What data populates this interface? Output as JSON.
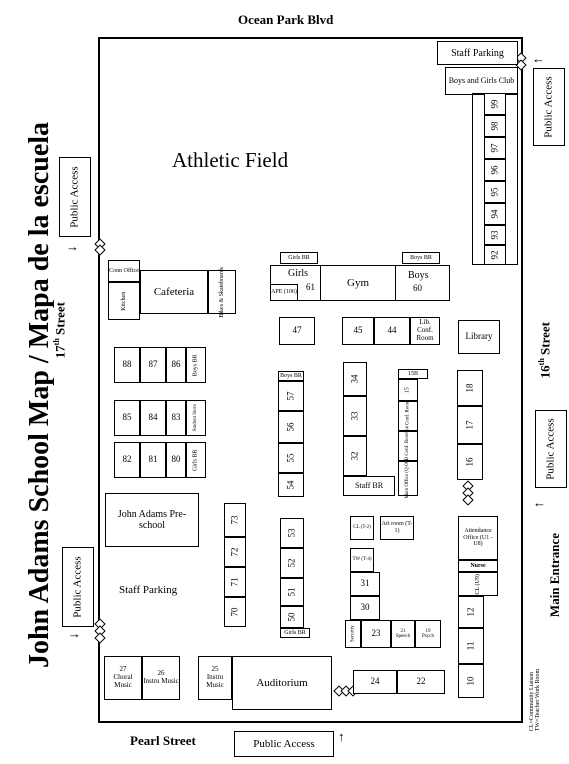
{
  "title": "John Adams School Map / Mapa de la escuela",
  "streets": {
    "north": "Ocean Park Blvd",
    "south": "Pearl Street",
    "west": "17",
    "west_sup": "th",
    "west_suffix": " Street",
    "east": "16",
    "east_sup": "th",
    "east_suffix": " Street"
  },
  "main_entrance": "Main Entrance",
  "public_access": "Public Access",
  "areas": {
    "athletic_field": "Athletic Field",
    "staff_parking_top": "Staff  Parking",
    "boys_girls_club": "Boys and Girls Club",
    "staff_parking": "Staff Parking",
    "preschool": "John Adams Pre-school",
    "auditorium": "Auditorium",
    "library": "Library",
    "cafeteria": "Cafeteria",
    "conn_office": "Conn Office",
    "kitchen": "Kitchen",
    "bikes": "Bikes & Skateboards",
    "gym": "Gym",
    "girls": "Girls",
    "boys": "Boys",
    "girls_br": "Girls BR",
    "boys_br": "Boys BR",
    "ape": "APE (106)",
    "lib_conf": "Lib. Conf. Room",
    "staff_br": "Staff BR",
    "student_store": "Student Store",
    "attendance": "Attendance Office (U1 - U8)",
    "nurse": "Nurse",
    "cl_u9": "CL (U9)",
    "cl_t2": "CL (T-2)",
    "art_room": "Art room (T-1)",
    "tw_t4": "TW (T-4)",
    "security": "Security",
    "speech": "Speech",
    "psych": "Psych",
    "main_office": "Main Office (Q-08)",
    "conf_room_14": "Conf. Room",
    "conf_room_d": "Conf. Room",
    "choral": "Choral Music",
    "instru": "Instru Music"
  },
  "rooms": {
    "r99": "99",
    "r98": "98",
    "r97": "97",
    "r96": "96",
    "r95": "95",
    "r94": "94",
    "r93": "93",
    "r92": "92",
    "r88": "88",
    "r87": "87",
    "r86": "86",
    "r85": "85",
    "r84": "84",
    "r83": "83",
    "r82": "82",
    "r81": "81",
    "r80": "80",
    "r73": "73",
    "r72": "72",
    "r71": "71",
    "r70": "70",
    "r61": "61",
    "r60": "60",
    "r57": "57",
    "r56": "56",
    "r55": "55",
    "r54": "54",
    "r53": "53",
    "r52": "52",
    "r51": "51",
    "r50": "50",
    "r47": "47",
    "r45": "45",
    "r44": "44",
    "r34": "34",
    "r33": "33",
    "r32": "32",
    "r31": "31",
    "r30": "30",
    "r27": "27",
    "r26": "26",
    "r25": "25",
    "r24": "24",
    "r23": "23",
    "r22": "22",
    "r21": "21",
    "r19": "19",
    "r18": "18",
    "r17": "17",
    "r16": "16",
    "r15b": "15B",
    "r15": "15",
    "r14": "14",
    "rd": "D",
    "r12": "12",
    "r11": "11",
    "r10": "10"
  },
  "legend": {
    "cl": "CL=Community Liaison",
    "tw": "TW=Teacher Work Room"
  }
}
